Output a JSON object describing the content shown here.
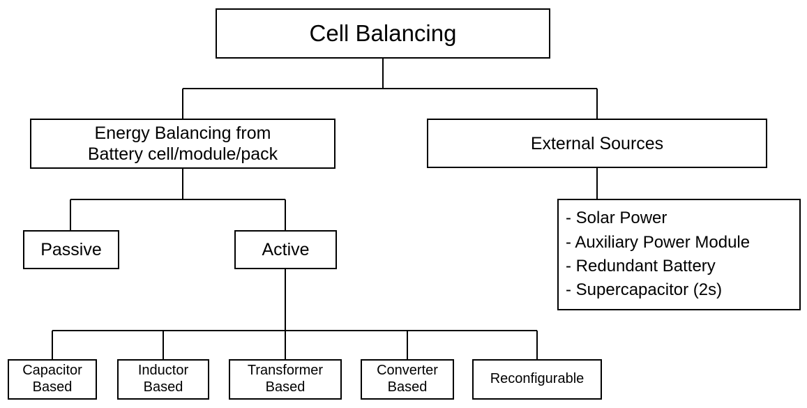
{
  "root": {
    "label": "Cell Balancing"
  },
  "energy_balancing": {
    "line1": "Energy Balancing from",
    "line2": "Battery cell/module/pack"
  },
  "external_sources": {
    "label": "External Sources"
  },
  "external_list": [
    "- Solar Power",
    "- Auxiliary Power Module",
    "- Redundant Battery",
    "- Supercapacitor (2s)"
  ],
  "passive": {
    "label": "Passive"
  },
  "active": {
    "label": "Active"
  },
  "active_types": [
    {
      "line1": "Capacitor",
      "line2": "Based"
    },
    {
      "line1": "Inductor",
      "line2": "Based"
    },
    {
      "line1": "Transformer",
      "line2": "Based"
    },
    {
      "line1": "Converter",
      "line2": "Based"
    },
    {
      "line1": "Reconfigurable",
      "line2": ""
    }
  ]
}
